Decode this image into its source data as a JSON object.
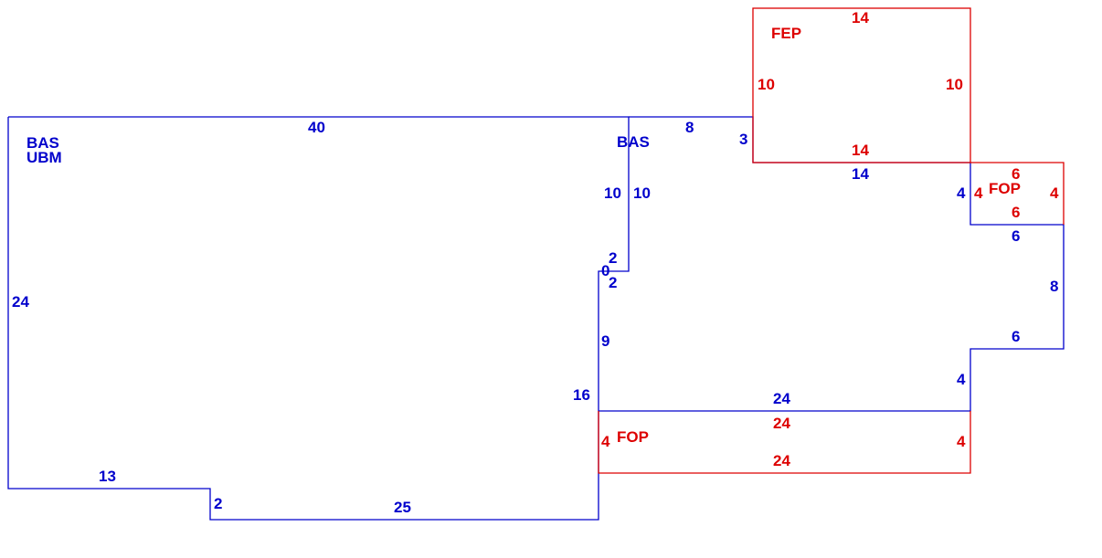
{
  "colors": {
    "blue": "#0000cc",
    "red": "#dd0000",
    "background": "#ffffff"
  },
  "areas": {
    "bas_left": {
      "code": "BAS",
      "sub": "UBM"
    },
    "bas_right": {
      "code": "BAS"
    },
    "fep_top": {
      "code": "FEP"
    },
    "fop_right": {
      "code": "FOP"
    },
    "fop_bottom": {
      "code": "FOP"
    }
  },
  "dims": {
    "left_top": "40",
    "left_side": "24",
    "left_bottom": "13",
    "step_left": "2",
    "bottom_long": "25",
    "middle_height": "16",
    "inner_10_a": "10",
    "inner_10_b": "10",
    "inner_2_a": "2",
    "inner_0": "0",
    "inner_2_b": "2",
    "inner_9": "9",
    "top_8": "8",
    "top_3": "3",
    "fep_top": "14",
    "fep_left": "10",
    "fep_right": "10",
    "fep_bottom": "14",
    "bas_14": "14",
    "bas_4": "4",
    "fop_r_top": "6",
    "fop_r_left": "4",
    "fop_r_right": "4",
    "fop_r_bottom": "6",
    "bas_6_a": "6",
    "bas_8": "8",
    "bas_6_b": "6",
    "bas_4_b": "4",
    "bas_24": "24",
    "fop_b_top": "24",
    "fop_b_left": "4",
    "fop_b_right": "4",
    "fop_b_bottom": "24"
  }
}
